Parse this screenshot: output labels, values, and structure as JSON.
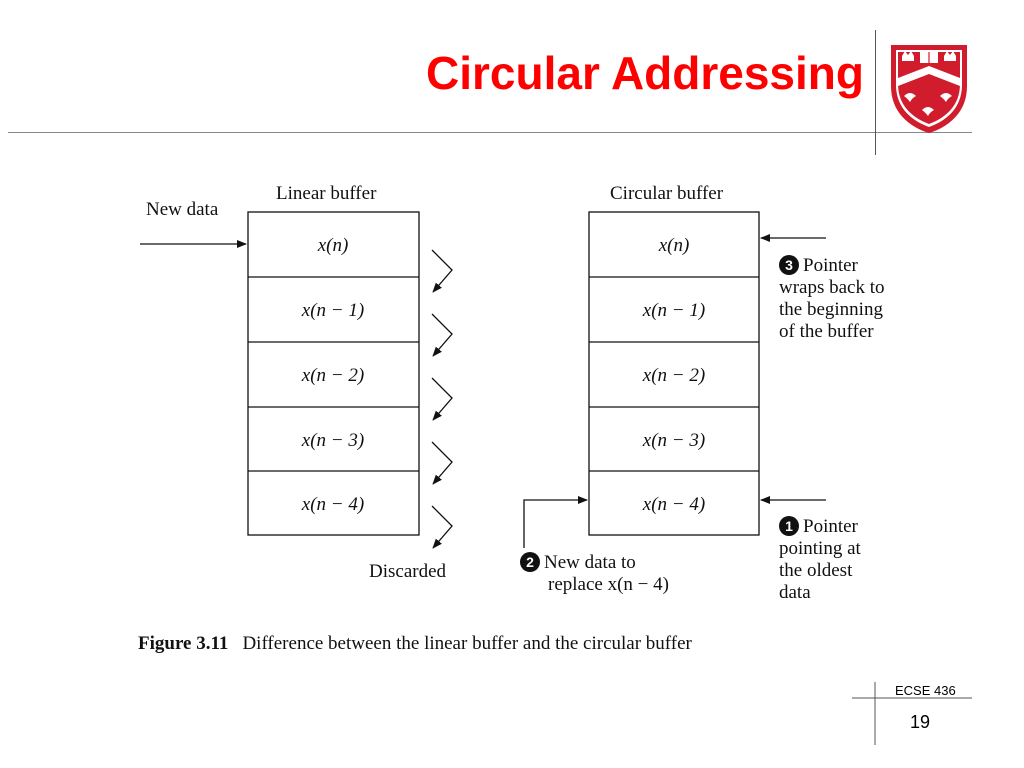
{
  "slide": {
    "title": "Circular Addressing",
    "course": "ECSE 436",
    "page_number": "19"
  },
  "diagram": {
    "linear_buffer": {
      "heading": "Linear buffer",
      "new_data_label": "New data",
      "discarded_label": "Discarded",
      "cells": [
        "x(n)",
        "x(n − 1)",
        "x(n − 2)",
        "x(n − 3)",
        "x(n − 4)"
      ]
    },
    "circular_buffer": {
      "heading": "Circular buffer",
      "cells": [
        "x(n)",
        "x(n − 1)",
        "x(n − 2)",
        "x(n − 3)",
        "x(n − 4)"
      ],
      "note1": {
        "number": "1",
        "text": "Pointer pointing at the oldest data",
        "lines": [
          "Pointer",
          "pointing at",
          "the oldest",
          "data"
        ]
      },
      "note2": {
        "number": "2",
        "text": "New data to replace x(n − 4)",
        "lines": [
          "New data to",
          "replace x(n − 4)"
        ]
      },
      "note3": {
        "number": "3",
        "text": "Pointer wraps back to the beginning of the buffer",
        "lines": [
          "Pointer",
          "wraps back to",
          "the beginning",
          "of the buffer"
        ]
      }
    },
    "caption": {
      "label": "Figure 3.11",
      "text": "Difference between the linear buffer and the circular buffer"
    }
  },
  "colors": {
    "title": "#ff0000",
    "crest": "#d01c2c",
    "line": "#111111"
  }
}
